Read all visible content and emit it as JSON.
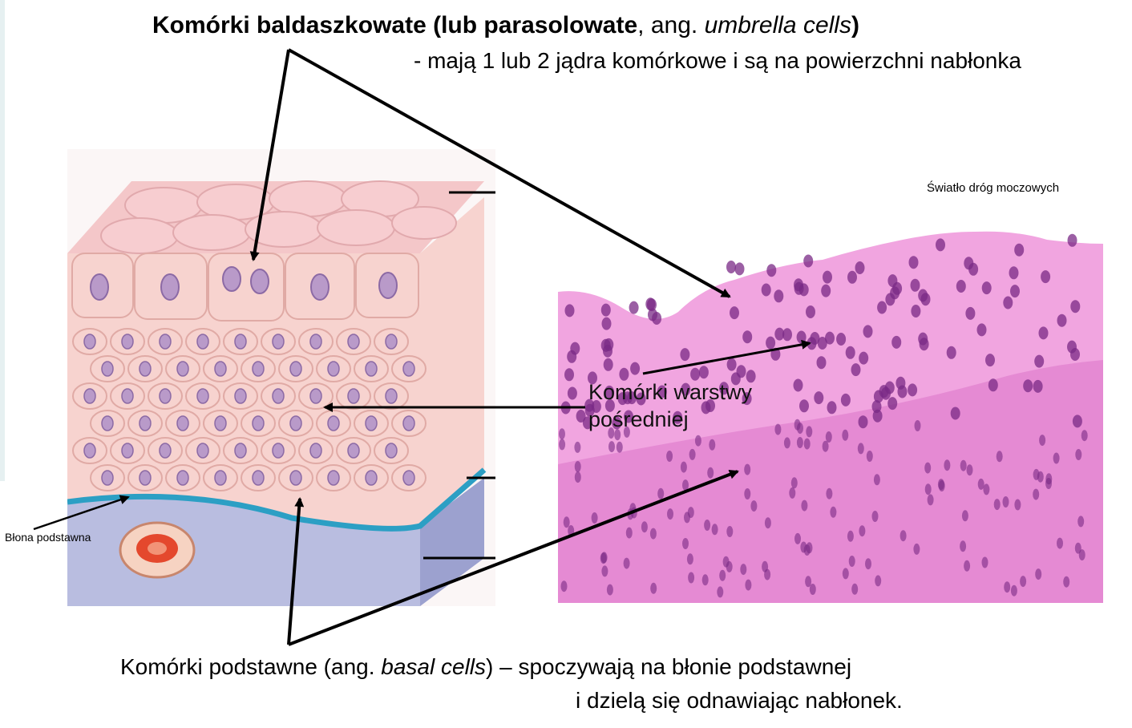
{
  "header": {
    "title_bold_1": "Komórki baldaszkowate (lub parasolowate",
    "title_plain": ", ang. ",
    "title_italic": "umbrella cells",
    "title_bold_2": ")",
    "subtitle": "- mają 1 lub 2 jądra komórkowe i są na powierzchni nabłonka"
  },
  "labels": {
    "intermediate_line1": "Komórki warstwy",
    "intermediate_line2": "pośredniej",
    "basement_membrane": "Błona podstawna",
    "lumen": "Światło dróg moczowych"
  },
  "footer": {
    "line1_a": "Komórki podstawne (ang. ",
    "line1_italic": "basal cells",
    "line1_b": ") – spoczywają na błonie podstawnej",
    "line2": "i dzielą się odnawiając nabłonek."
  },
  "colors": {
    "cell_fill": "#f7d3cf",
    "cell_outline": "#e0aaa5",
    "nucleus": "#b99ac9",
    "membrane": "#2c9fc4",
    "connective": "#b9bde0",
    "micro_bg": "#e98fd6",
    "micro_nucleus": "#7a2a86"
  }
}
